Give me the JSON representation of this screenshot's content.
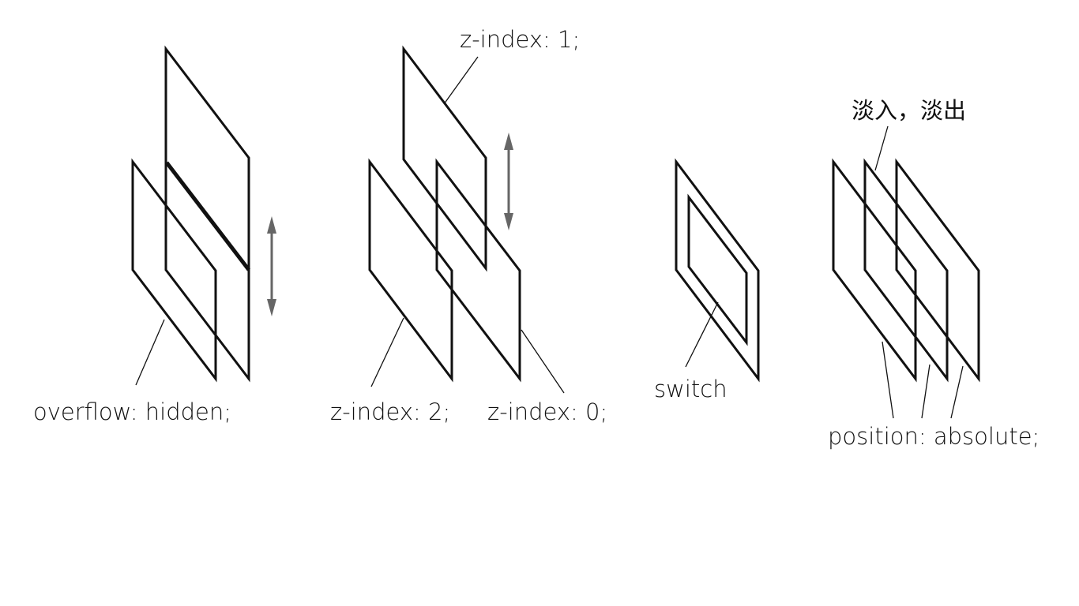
{
  "labels": {
    "overflow": "overflow: hidden;",
    "z_index_1": "z-index: 1;",
    "z_index_2": "z-index: 2;",
    "z_index_0": "z-index: 0;",
    "switch": "switch",
    "fade": "淡入，淡出",
    "position": "position: absolute;"
  },
  "colors": {
    "stroke": "#111111",
    "arrow": "#666666",
    "background": "#ffffff"
  }
}
